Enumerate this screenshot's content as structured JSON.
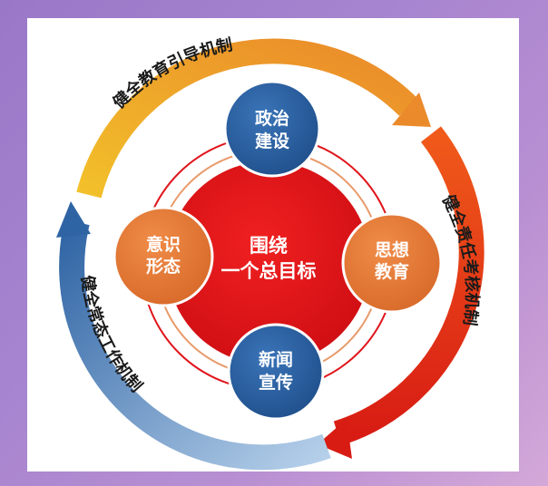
{
  "center": {
    "line1": "围绕",
    "line2": "一个总目标"
  },
  "nodes": [
    {
      "id": "top",
      "line1": "政治",
      "line2": "建设"
    },
    {
      "id": "right",
      "line1": "思想",
      "line2": "教育"
    },
    {
      "id": "bottom",
      "line1": "新闻",
      "line2": "宣传"
    },
    {
      "id": "left",
      "line1": "意识",
      "line2": "形态"
    }
  ],
  "arcs": [
    {
      "id": "top",
      "label": "健全教育引导机制"
    },
    {
      "id": "right",
      "label": "健全责任考核机制"
    },
    {
      "id": "left",
      "label": "健全常态工作机制"
    }
  ],
  "colors": {
    "center": "#e0151c",
    "node_blue": "#2a5c9a",
    "node_orange": "#e07a3a",
    "arc_top": "#f0a030",
    "arc_right": "#e8281a",
    "arc_left": "#3a6ea8",
    "background": "#a885d0"
  }
}
